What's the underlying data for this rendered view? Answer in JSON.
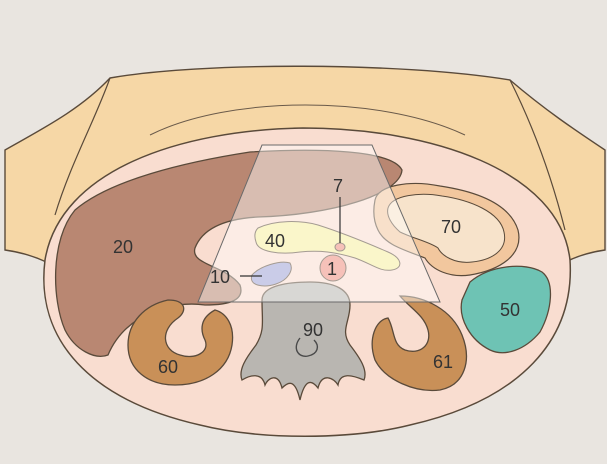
{
  "diagram": {
    "labels": {
      "liver": "20",
      "ivc": "10",
      "pancreas": "40",
      "aorta": "1",
      "sma": "7",
      "stomach": "70",
      "colon": "50",
      "kidney_right": "60",
      "kidney_left": "61",
      "vertebra": "90"
    },
    "colors": {
      "background": "#e9e5e0",
      "skin_fat": "#f6d7a6",
      "abdomen": "#f9ddd0",
      "liver": "#b98772",
      "kidney": "#c99058",
      "vertebra": "#b9b6b1",
      "colon": "#6ec3b4",
      "pancreas": "#f6ee9e",
      "ivc": "#9fa3d6",
      "aorta": "#ef8f80",
      "stomach_wall": "#f2c79e",
      "stomach_lumen": "#f7e3cb",
      "ultrasound_beam": "#ffffff"
    }
  }
}
